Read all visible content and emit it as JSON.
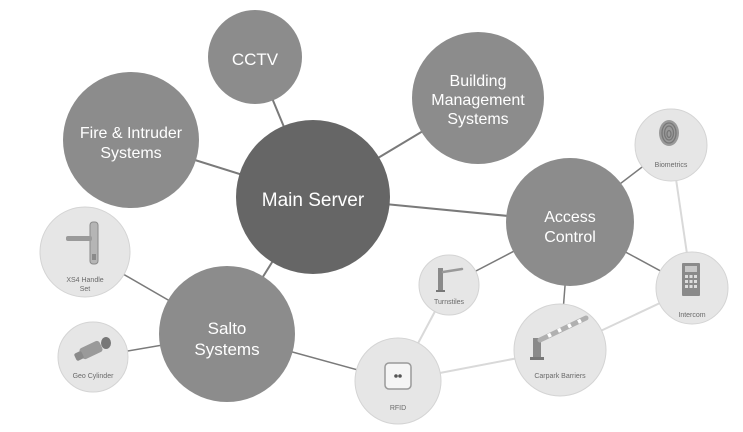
{
  "nodes": {
    "main_server": {
      "label": "Main Server"
    },
    "cctv": {
      "label": "CCTV"
    },
    "bms": {
      "label_lines": [
        "Building",
        "Management",
        "Systems"
      ]
    },
    "fire": {
      "label_lines": [
        "Fire & Intruder",
        "Systems"
      ]
    },
    "access": {
      "label_lines": [
        "Access",
        "Control"
      ]
    },
    "salto": {
      "label_lines": [
        "Salto",
        "Systems"
      ]
    },
    "biometrics": {
      "label": "Biometrics",
      "icon": "fingerprint-icon"
    },
    "intercom": {
      "label": "Intercom",
      "icon": "intercom-panel-icon"
    },
    "carpark": {
      "label": "Carpark Barriers",
      "icon": "barrier-arm-icon"
    },
    "turnstiles": {
      "label": "Turnstiles",
      "icon": "turnstile-icon"
    },
    "rfid": {
      "label": "RFID",
      "icon": "rfid-reader-icon"
    },
    "handle": {
      "label_lines": [
        "XS4 Handle",
        "Set"
      ],
      "icon": "door-handle-icon"
    },
    "cylinder": {
      "label": "Geo Cylinder",
      "icon": "lock-cylinder-icon"
    }
  },
  "colors": {
    "main_server": "#666666",
    "primary_nodes": "#8c8c8c",
    "secondary_nodes": "#e6e6e6",
    "secondary_stroke": "#d4d4d4",
    "primary_links": "#7a7a7a",
    "secondary_links": "#d9d9d9"
  }
}
